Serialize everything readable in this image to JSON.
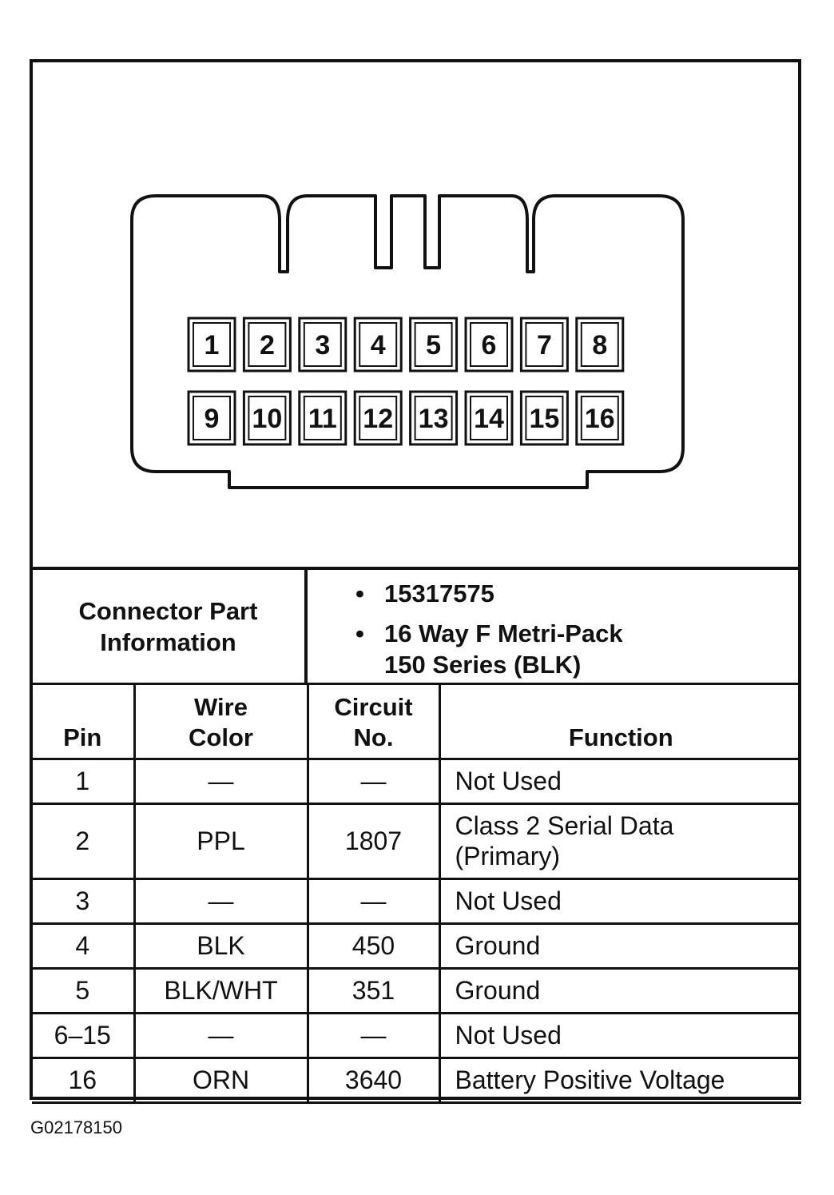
{
  "connector": {
    "pins_top": [
      "1",
      "2",
      "3",
      "4",
      "5",
      "6",
      "7",
      "8"
    ],
    "pins_bottom": [
      "9",
      "10",
      "11",
      "12",
      "13",
      "14",
      "15",
      "16"
    ]
  },
  "part_info": {
    "label_line1": "Connector Part",
    "label_line2": "Information",
    "part_number": "15317575",
    "description_line1": "16 Way F Metri-Pack",
    "description_line2": "150 Series (BLK)"
  },
  "table": {
    "headers": {
      "pin": "Pin",
      "wire_color_line1": "Wire",
      "wire_color_line2": "Color",
      "circuit_line1": "Circuit",
      "circuit_line2": "No.",
      "function": "Function"
    },
    "rows": [
      {
        "pin": "1",
        "wire": "—",
        "circuit": "—",
        "function": "Not Used"
      },
      {
        "pin": "2",
        "wire": "PPL",
        "circuit": "1807",
        "function": "Class 2 Serial Data",
        "function2": "(Primary)"
      },
      {
        "pin": "3",
        "wire": "—",
        "circuit": "—",
        "function": "Not Used"
      },
      {
        "pin": "4",
        "wire": "BLK",
        "circuit": "450",
        "function": "Ground"
      },
      {
        "pin": "5",
        "wire": "BLK/WHT",
        "circuit": "351",
        "function": "Ground"
      },
      {
        "pin": "6–15",
        "wire": "—",
        "circuit": "—",
        "function": "Not Used"
      },
      {
        "pin": "16",
        "wire": "ORN",
        "circuit": "3640",
        "function": "Battery Positive Voltage"
      }
    ]
  },
  "figure_id": "G02178150"
}
